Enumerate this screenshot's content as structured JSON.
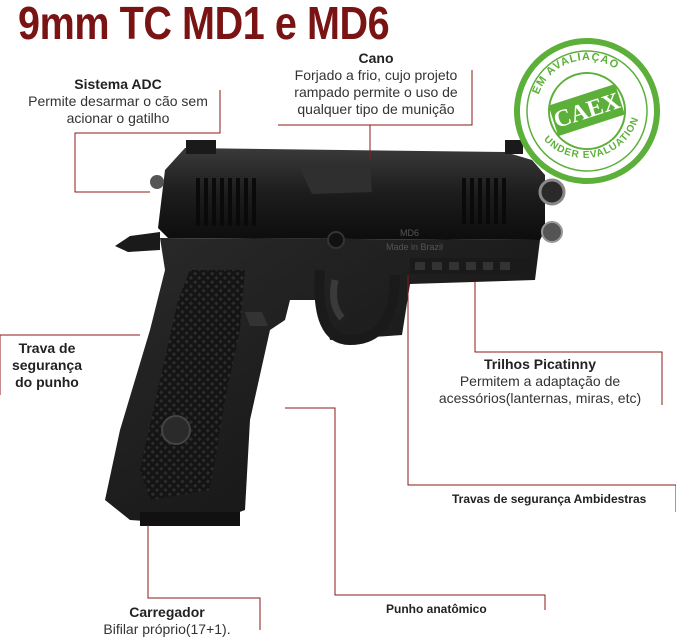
{
  "title": "9mm TC MD1 e MD6",
  "callouts": {
    "cano": {
      "head": "Cano",
      "line1": "Forjado a frio, cujo projeto",
      "line2": "rampado permite o uso de",
      "line3": "qualquer tipo de munição"
    },
    "sistema_adc": {
      "head": "Sistema ADC",
      "line1": "Permite desarmar o cão sem",
      "line2": "acionar o gatilho"
    },
    "trava_punho": {
      "line1": "Trava de",
      "line2": "segurança",
      "line3": "do punho"
    },
    "trilhos": {
      "head": "Trilhos Picatinny",
      "line1": "Permitem a adaptação de",
      "line2": "acessórios(lanternas, miras, etc)"
    },
    "travas_ambi": {
      "label": "Travas de segurança Ambidestras"
    },
    "punho": {
      "label": "Punho anatômico"
    },
    "carregador": {
      "head": "Carregador",
      "line1": "Bifilar próprio(17+1)."
    }
  },
  "seal": {
    "top_text": "EM AVALIAÇÃO",
    "center_text": "CAEX",
    "bottom_text": "UNDER EVALUATION"
  },
  "slide_markings": {
    "line1": "MD6",
    "line2": "Made in Brazil"
  },
  "colors": {
    "title": "#7a1414",
    "leader": "#8b1a1a",
    "seal_green": "#5cb03a"
  }
}
